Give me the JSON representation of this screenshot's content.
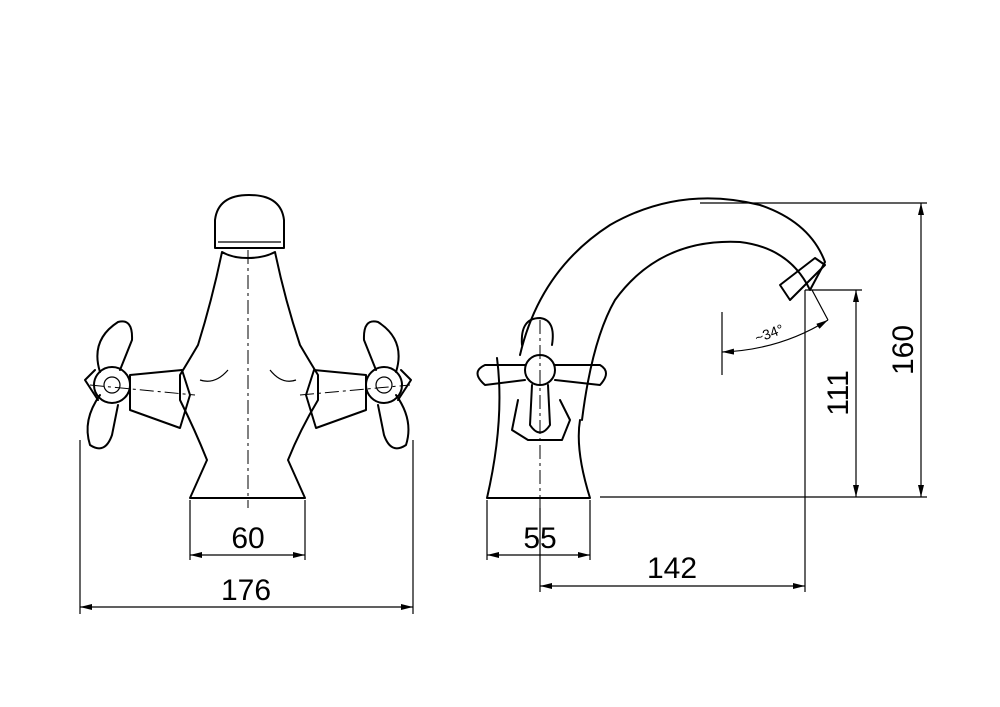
{
  "dimensions": {
    "base_width_front": "60",
    "overall_width": "176",
    "base_width_side": "55",
    "spout_reach": "142",
    "spout_height": "111",
    "overall_height": "160",
    "spout_angle": "~34°"
  }
}
